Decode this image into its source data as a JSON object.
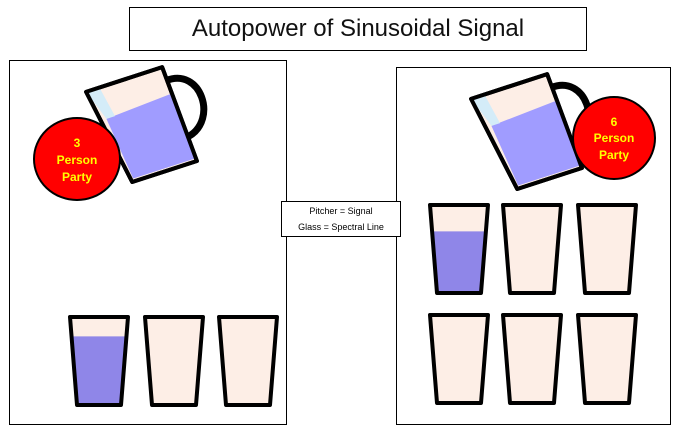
{
  "title": "Autopower of Sinusoidal Signal",
  "legend": {
    "pitcher": "Pitcher = Signal",
    "glass": "Glass = Spectral Line"
  },
  "left_panel": {
    "badge": {
      "line1": "3",
      "line2": "Person",
      "line3": "Party"
    },
    "glasses_total": 3,
    "glass_fill_levels": [
      0.78,
      0,
      0
    ]
  },
  "right_panel": {
    "badge": {
      "line1": "6",
      "line2": "Person",
      "line3": "Party"
    },
    "glasses_total": 6,
    "glass_fill_levels": [
      0.7,
      0,
      0,
      0,
      0,
      0
    ]
  },
  "colors": {
    "badge_fill": "#ff0000",
    "badge_text": "#ffff00",
    "glass_fill": "#fdeee6",
    "liquid": "#8f86e8",
    "pitcher_liquid": "#a09cff",
    "pitcher_body": "#fdeee6",
    "pitcher_highlight": "#d4ecf8",
    "outline": "#000000"
  },
  "icons": [
    "pitcher-icon",
    "glass-icon",
    "party-badge"
  ]
}
